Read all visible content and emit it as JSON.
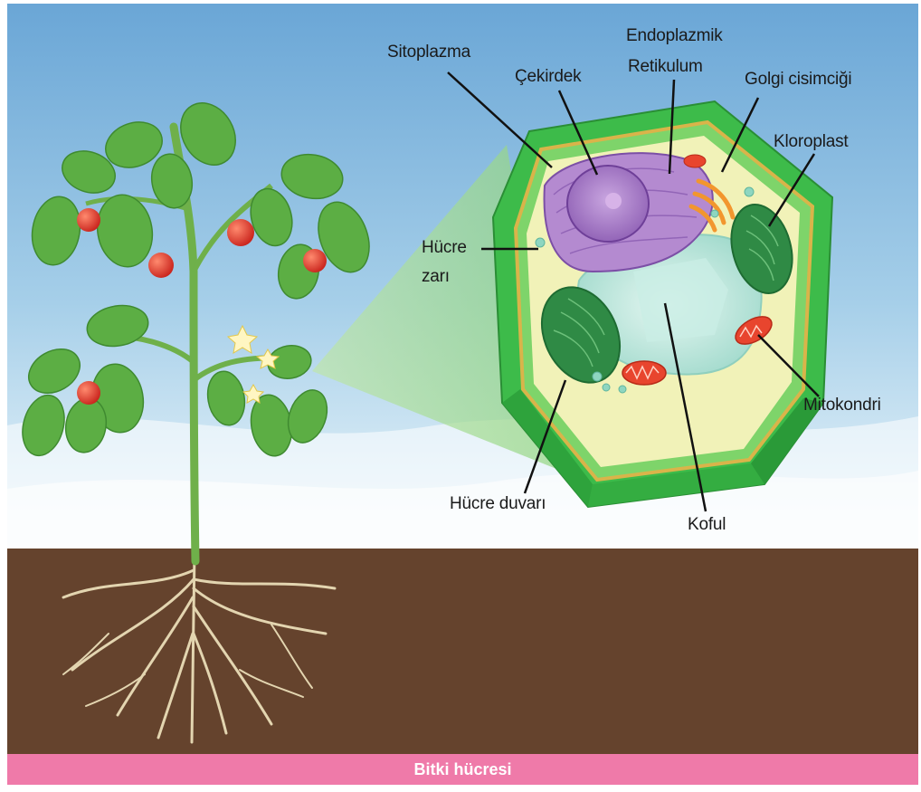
{
  "labels": {
    "sitoplazma": "Sitoplazma",
    "cekirdek": "Çekirdek",
    "endoplazmik_line1": "Endoplazmik",
    "endoplazmik_line2": "Retikulum",
    "golgi": "Golgi cisimciği",
    "kloroplast": "Kloroplast",
    "hucre_zari_line1": "Hücre",
    "hucre_zari_line2": "zarı",
    "mitokondri": "Mitokondri",
    "hucre_duvari": "Hücre duvarı",
    "koful": "Koful"
  },
  "footer": {
    "caption": "Bitki hücresi"
  },
  "colors": {
    "sky": "#8fbfe0",
    "soil": "#65432d",
    "footer": "#ef7aa9",
    "cell_wall": "#3dbb4a",
    "nucleus": "#a57ac6",
    "vacuole": "#b9e6dc",
    "chloroplast": "#2f8a45",
    "golgi": "#f2962e",
    "mitochondria": "#e8452e"
  }
}
